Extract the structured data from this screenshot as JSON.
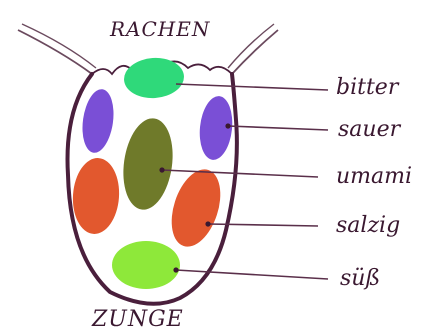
{
  "top_label": "RACHEN",
  "bottom_label": "ZUNGE",
  "colors": {
    "outline": "#4a1f3c",
    "ink": "#3a1830",
    "bitter": "#2fd97a",
    "sauer": "#7a4fd6",
    "umami": "#6f7a2a",
    "salzig": "#e2582e",
    "suess": "#8ee83a"
  },
  "regions": [
    {
      "id": "bitter",
      "label": "bitter",
      "color": "#2fd97a"
    },
    {
      "id": "sauer",
      "label": "sauer",
      "color": "#7a4fd6"
    },
    {
      "id": "umami",
      "label": "umami",
      "color": "#6f7a2a"
    },
    {
      "id": "salzig",
      "label": "salzig",
      "color": "#e2582e"
    },
    {
      "id": "suess",
      "label": "süß",
      "color": "#8ee83a"
    }
  ]
}
